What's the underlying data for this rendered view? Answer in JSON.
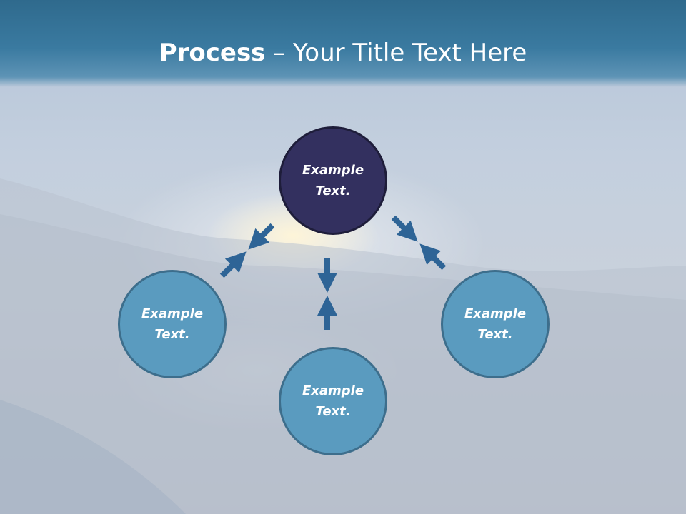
{
  "slide": {
    "title_bold": "Process",
    "title_rest": " – Your Title Text Here"
  },
  "diagram": {
    "nodes": [
      {
        "id": "top",
        "text": "Example Text."
      },
      {
        "id": "left",
        "text": "Example Text."
      },
      {
        "id": "right",
        "text": "Example Text."
      },
      {
        "id": "bottom",
        "text": "Example Text."
      }
    ],
    "links": [
      {
        "from": "top",
        "to": "left",
        "type": "double-arrow"
      },
      {
        "from": "top",
        "to": "right",
        "type": "double-arrow"
      },
      {
        "from": "top",
        "to": "bottom",
        "type": "double-arrow"
      }
    ]
  },
  "colors": {
    "header": "#3a7aa0",
    "node_top": "#33305f",
    "node_blue": "#5a9bbf",
    "arrow": "#2e6496"
  }
}
